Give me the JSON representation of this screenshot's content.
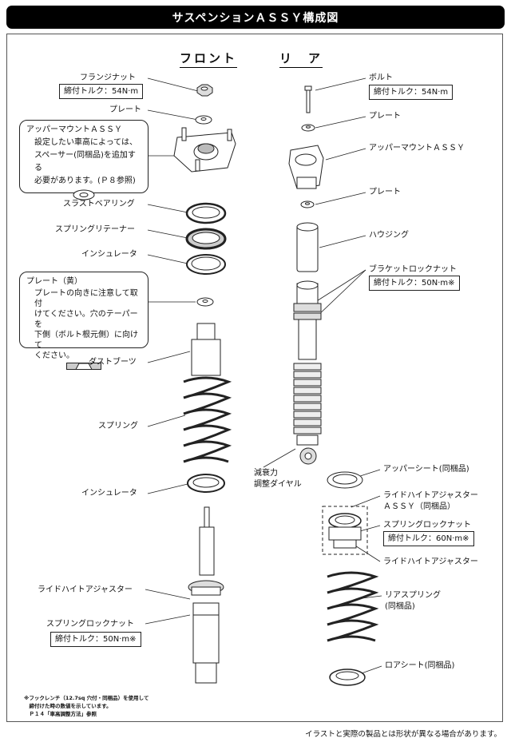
{
  "title": "サスペンションＡＳＳＹ構成図",
  "headings": {
    "front": "フロント",
    "rear": "リ　ア"
  },
  "front": {
    "flange_nut": "フランジナット",
    "flange_nut_torque": "締付トルク：54N·m",
    "plate": "プレート",
    "upper_mount_callout": {
      "title": "アッパーマウントＡＳＳＹ",
      "lines": [
        "設定したい車高によっては、",
        "スペーサー(同梱品)を追加する",
        "必要があります。(Ｐ８参照)"
      ]
    },
    "thrust_bearing": "スラストベアリング",
    "spring_retainer": "スプリングリテーナー",
    "insulator_top": "インシュレータ",
    "plate_callout": {
      "title": "プレート（黄）",
      "lines": [
        "プレートの向きに注意して取付",
        "けてください。穴のテーパーを",
        "下側（ボルト根元側）に向けて",
        "ください。"
      ]
    },
    "dust_boot": "ダストブーツ",
    "spring": "スプリング",
    "insulator_bottom": "インシュレータ",
    "ride_height_adjuster": "ライドハイトアジャスター",
    "spring_lock_nut": "スプリングロックナット",
    "spring_lock_nut_torque": "締付トルク：50N·m※"
  },
  "rear": {
    "bolt": "ボルト",
    "bolt_torque": "締付トルク：54N·m",
    "plate_top": "プレート",
    "upper_mount": "アッパーマウントＡＳＳＹ",
    "plate_bottom": "プレート",
    "housing": "ハウジング",
    "bracket_lock_nut": "ブラケットロックナット",
    "bracket_lock_nut_torque": "締付トルク：50N·m※",
    "damping_dial": [
      "減衰力",
      "調整ダイヤル"
    ],
    "upper_seat": "アッパーシート(同梱品)",
    "ride_height_assy": [
      "ライドハイトアジャスター",
      "ＡＳＳＹ（同梱品）"
    ],
    "spring_lock_nut": "スプリングロックナット",
    "spring_lock_nut_torque": "締付トルク：60N·m※",
    "ride_height_adjuster": "ライドハイトアジャスター",
    "rear_spring": [
      "リアスプリング",
      "(同梱品)"
    ],
    "lower_seat": "ロアシート(同梱品)"
  },
  "footnote": [
    "※フックレンチ（12.7sq 穴付・同梱品）を使用して",
    "　締付けた時の数値を示しています。",
    "　Ｐ１４「車高調整方法」参照"
  ],
  "disclaimer": "イラストと実際の製品とは形状が異なる場合があります。"
}
